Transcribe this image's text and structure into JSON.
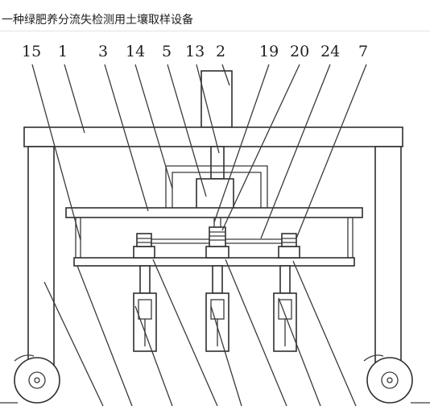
{
  "title": "一种绿肥养分流失检测用土壤取样设备",
  "labels": [
    "15",
    "1",
    "3",
    "14",
    "5",
    "13",
    "2",
    "19",
    "20",
    "24",
    "7"
  ],
  "colors": {
    "line": "#3a3a3a",
    "background": "#ffffff",
    "title_rule": "#e2e2e2"
  }
}
